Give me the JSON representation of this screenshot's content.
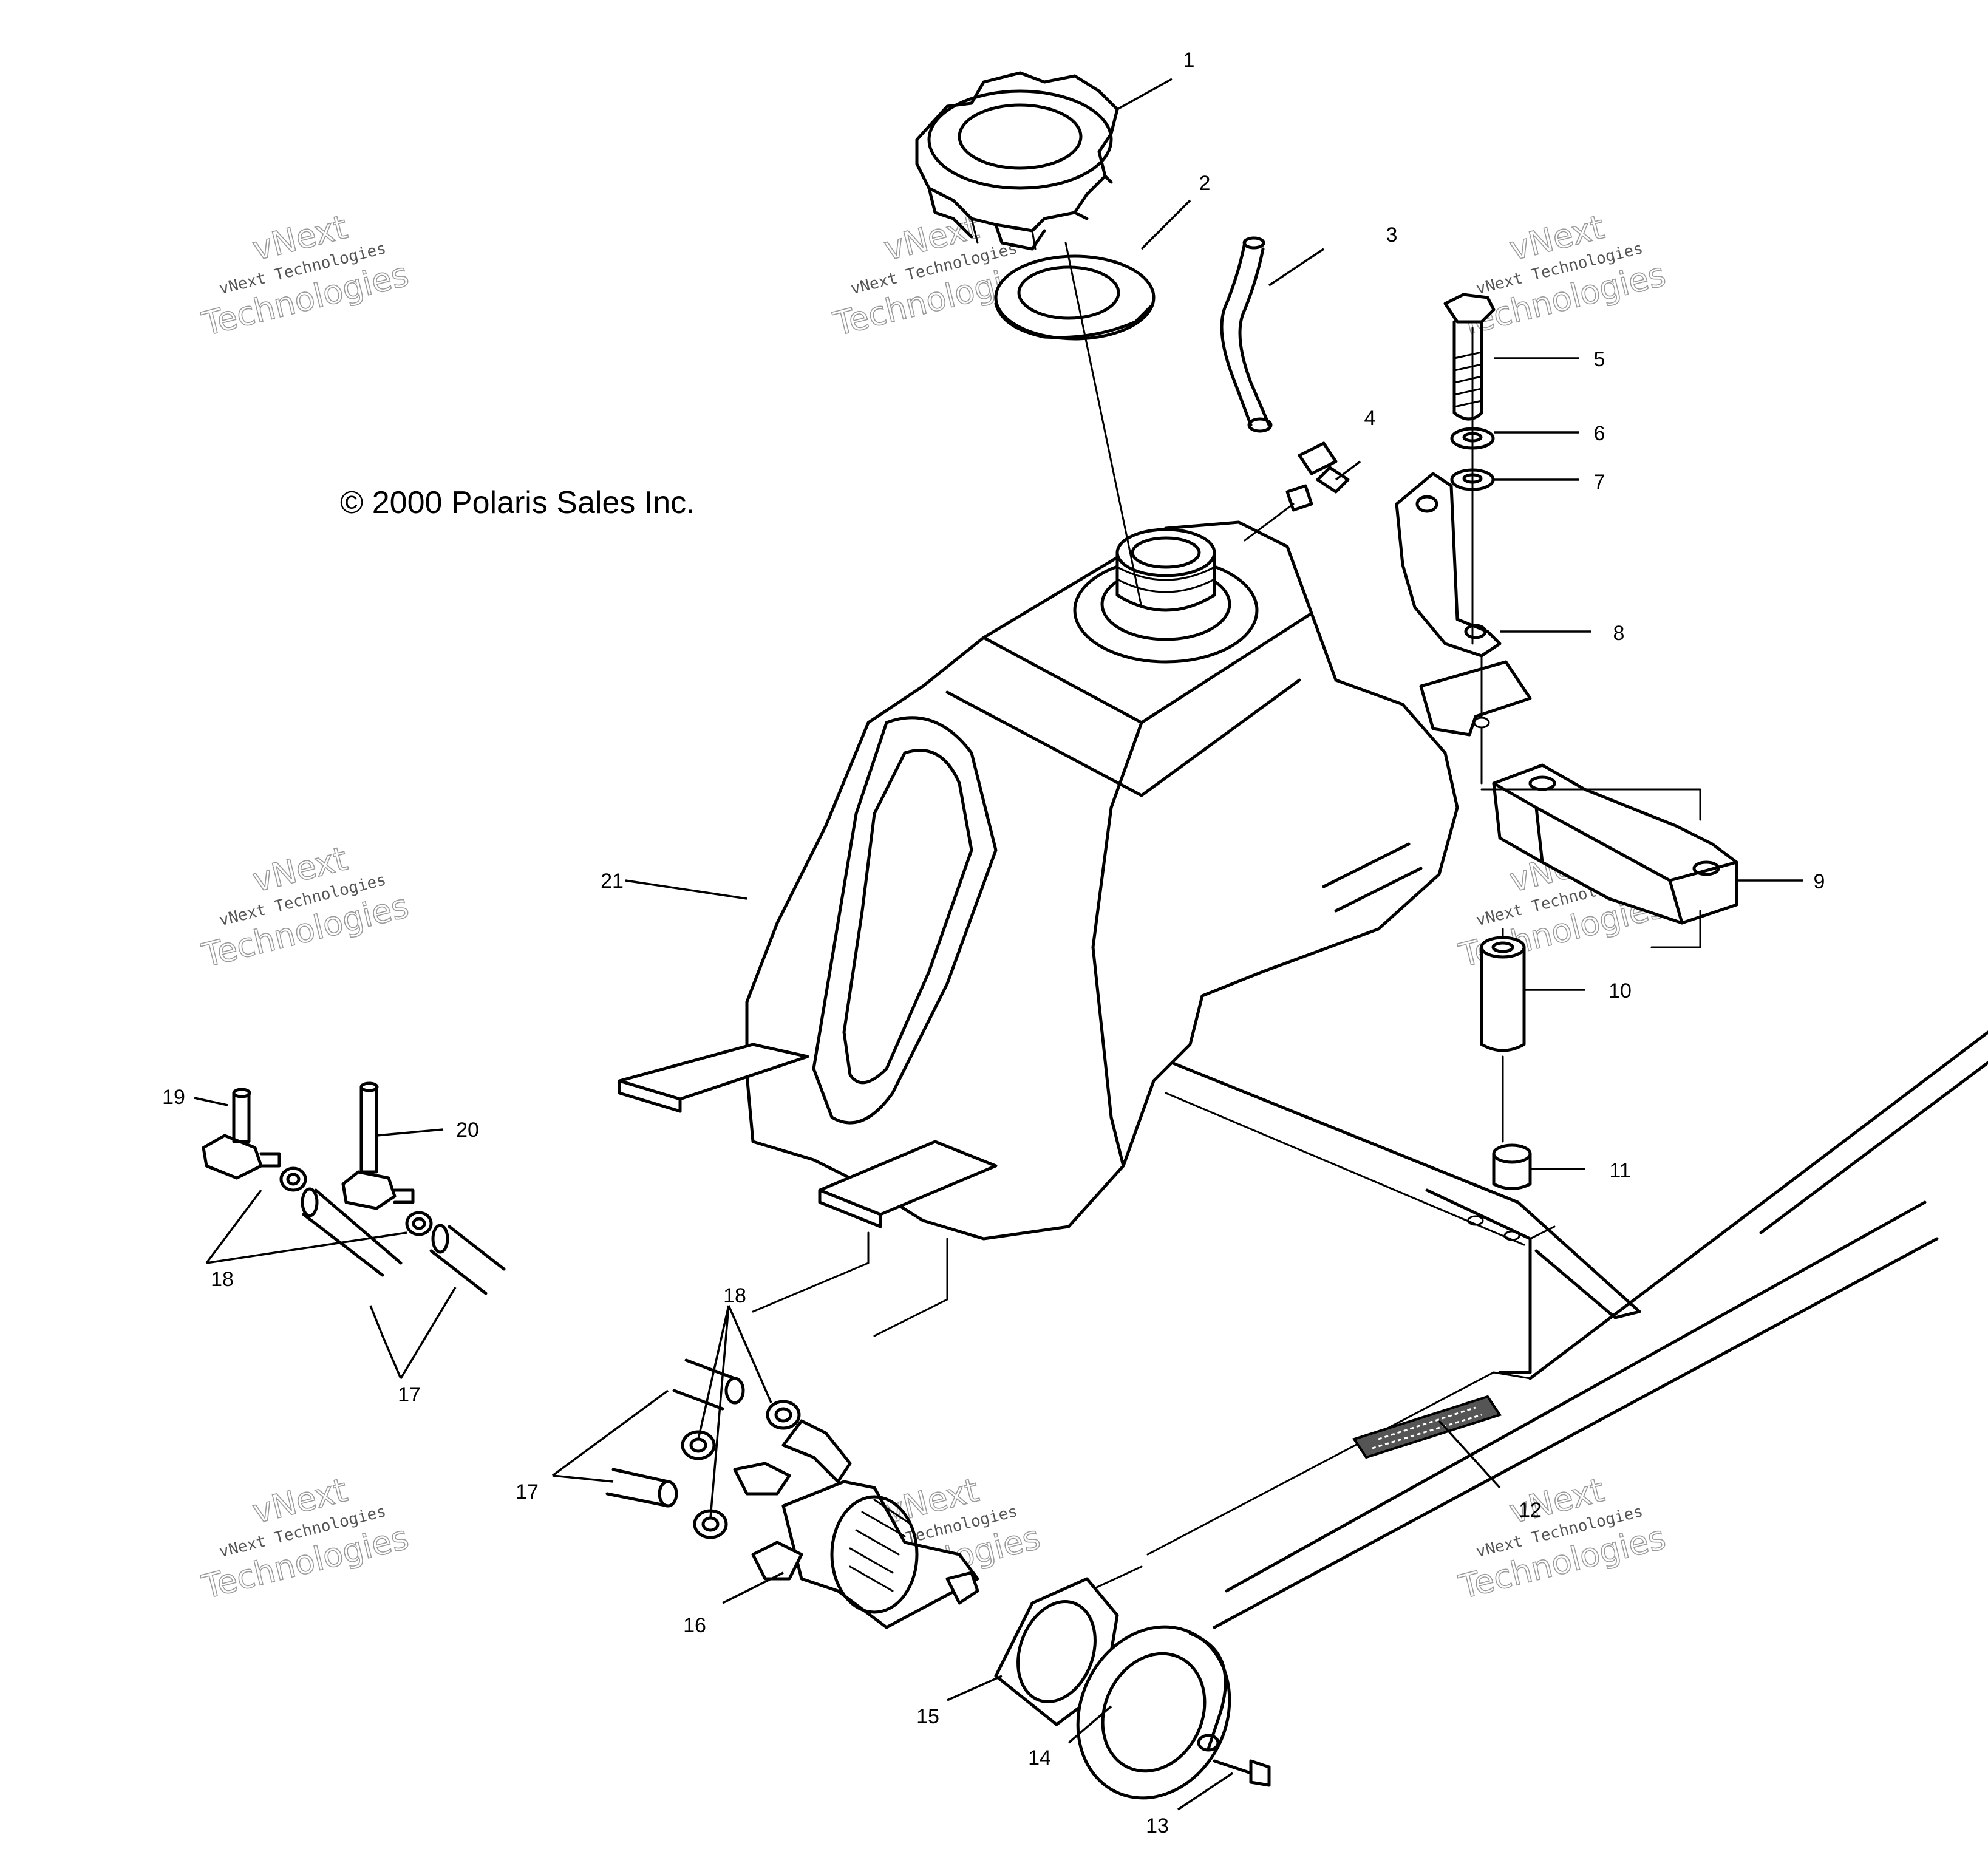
{
  "copyright": "© 2000 Polaris Sales Inc.",
  "watermark": {
    "brand": "vNext",
    "line": "vNext Technologies",
    "big": "Technologies"
  },
  "callouts": [
    {
      "id": "1",
      "label": "1",
      "part": "gas-cap"
    },
    {
      "id": "2",
      "label": "2",
      "part": "cap-gasket"
    },
    {
      "id": "3",
      "label": "3",
      "part": "vent-hose"
    },
    {
      "id": "4",
      "label": "4",
      "part": "elbow-fitting"
    },
    {
      "id": "5",
      "label": "5",
      "part": "bolt"
    },
    {
      "id": "6",
      "label": "6",
      "part": "washer"
    },
    {
      "id": "7",
      "label": "7",
      "part": "washer"
    },
    {
      "id": "8",
      "label": "8",
      "part": "bracket"
    },
    {
      "id": "9",
      "label": "9",
      "part": "mount-block"
    },
    {
      "id": "10",
      "label": "10",
      "part": "spacer-sleeve"
    },
    {
      "id": "11",
      "label": "11",
      "part": "grommet"
    },
    {
      "id": "12",
      "label": "12",
      "part": "decal"
    },
    {
      "id": "13",
      "label": "13",
      "part": "screw"
    },
    {
      "id": "14",
      "label": "14",
      "part": "bezel"
    },
    {
      "id": "15",
      "label": "15",
      "part": "nut"
    },
    {
      "id": "16",
      "label": "16",
      "part": "fuel-valve"
    },
    {
      "id": "17",
      "label": "17",
      "part": "fuel-line"
    },
    {
      "id": "18",
      "label": "18",
      "part": "clamp"
    },
    {
      "id": "19",
      "label": "19",
      "part": "tee-fitting"
    },
    {
      "id": "20",
      "label": "20",
      "part": "fitting"
    },
    {
      "id": "21",
      "label": "21",
      "part": "fuel-tank"
    }
  ]
}
